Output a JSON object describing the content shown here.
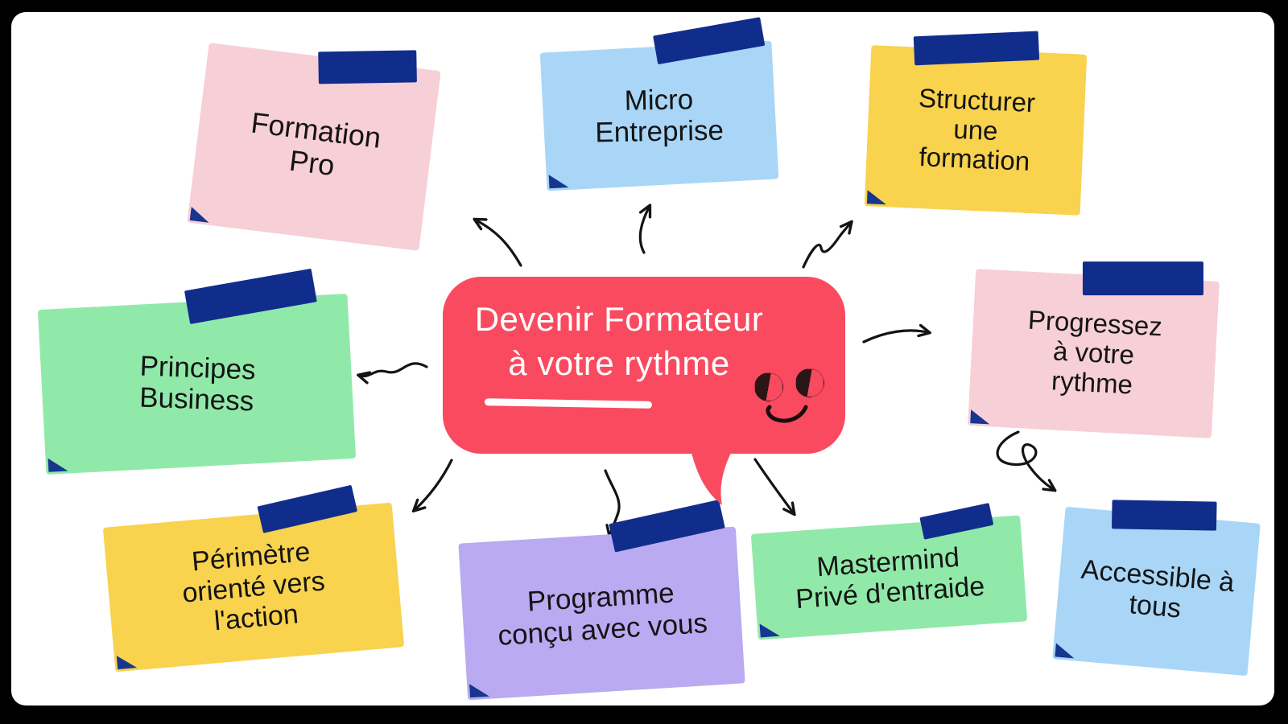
{
  "background": {
    "outer": "#000000",
    "canvas": "#FFFFFF"
  },
  "center": {
    "lines": [
      "Devenir Formateur",
      "à votre rythme"
    ],
    "bubble_color": "#F94A5F",
    "text_color": "#FFFFFF"
  },
  "notes": [
    {
      "id": "formation-pro",
      "lines": [
        "Formation",
        "Pro"
      ],
      "color": "#F7CFD7"
    },
    {
      "id": "micro-entreprise",
      "lines": [
        "Micro",
        "Entreprise"
      ],
      "color": "#A9D6F7"
    },
    {
      "id": "structurer-une-formation",
      "lines": [
        "Structurer",
        "une",
        "formation"
      ],
      "color": "#F9D24E"
    },
    {
      "id": "principes-business",
      "lines": [
        "Principes",
        "Business"
      ],
      "color": "#91E9A9"
    },
    {
      "id": "progressez-a-votre-rythme",
      "lines": [
        "Progressez",
        "à votre",
        "rythme"
      ],
      "color": "#F7CFD7"
    },
    {
      "id": "perimetre-oriente-vers-l-action",
      "lines": [
        "Périmètre",
        "orienté vers",
        "l'action"
      ],
      "color": "#F9D24E"
    },
    {
      "id": "programme-concu-avec-vous",
      "lines": [
        "Programme",
        "conçu avec vous"
      ],
      "color": "#B9AAF1"
    },
    {
      "id": "mastermind-prive-d-entraide",
      "lines": [
        "Mastermind",
        "Privé d'entraide"
      ],
      "color": "#91E9A9"
    },
    {
      "id": "accessible-a-tous",
      "lines": [
        "Accessible à",
        "tous"
      ],
      "color": "#A9D6F7"
    }
  ],
  "decor": {
    "tape_color": "#112D8C",
    "fold_color": "#16368F",
    "arrow_color": "#141414",
    "note_text_color": "#141414"
  }
}
